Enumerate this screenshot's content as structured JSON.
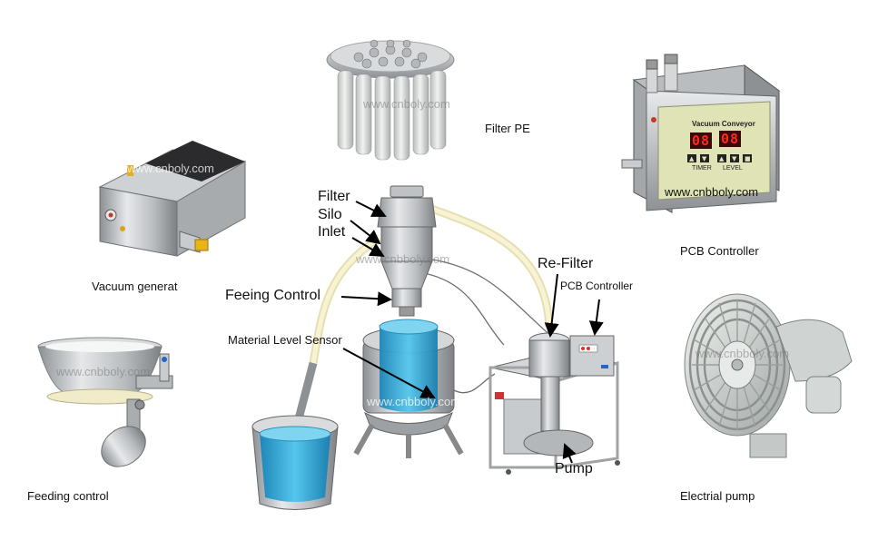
{
  "components": {
    "filter_pe": "Filter PE",
    "pcb_controller": "PCB Controller",
    "vacuum_generator": "Vacuum generat",
    "feeding_control": "Feeding control",
    "electrical_pump": "Electrial pump"
  },
  "diagram_labels": {
    "filter": "Filter",
    "silo": "Silo",
    "inlet": "Inlet",
    "feeding_control": "Feeing Control",
    "material_level_sensor": "Material Level Sensor",
    "re_filter": "Re-Filter",
    "pcb_controller": "PCB Controller",
    "pump": "Pump"
  },
  "watermark": "www.cnbboly.com",
  "watermark_alt": "www.cnboly.com",
  "controller_panel": {
    "title": "Vacuum   Conveyor",
    "left_display": "08",
    "right_display": "08",
    "left_caption": "TIMER",
    "right_caption": "LEVEL"
  },
  "colors": {
    "steel": "#c4c7ca",
    "hose": "#efeac0",
    "liquid": "#3fb3dc",
    "panel": "#dfe3b5",
    "led": "#ff2a1a"
  }
}
